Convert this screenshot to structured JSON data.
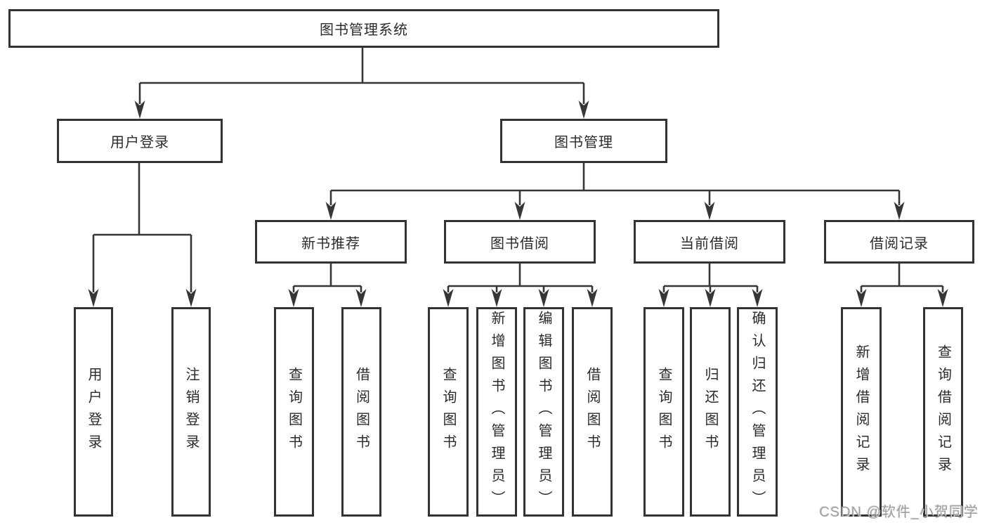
{
  "tree": {
    "root": {
      "label": "图书管理系统"
    },
    "branches": [
      {
        "label": "用户登录",
        "children": [
          {
            "label": "用户登录"
          },
          {
            "label": "注销登录"
          }
        ]
      },
      {
        "label": "图书管理",
        "children": [
          {
            "label": "新书推荐",
            "children": [
              {
                "label": "查询图书"
              },
              {
                "label": "借阅图书"
              }
            ]
          },
          {
            "label": "图书借阅",
            "children": [
              {
                "label": "查询图书"
              },
              {
                "label": "新增图书（管理员）"
              },
              {
                "label": "编辑图书（管理员）"
              },
              {
                "label": "借阅图书"
              }
            ]
          },
          {
            "label": "当前借阅",
            "children": [
              {
                "label": "查询图书"
              },
              {
                "label": "归还图书"
              },
              {
                "label": "确认归还（管理员）"
              }
            ]
          },
          {
            "label": "借阅记录",
            "children": [
              {
                "label": "新增借阅记录"
              },
              {
                "label": "查询借阅记录"
              }
            ]
          }
        ]
      }
    ]
  },
  "watermark": {
    "text": "CSDN @软件_小贺同学"
  },
  "colors": {
    "line": "#363636",
    "border": "#333333",
    "text": "#2b2b2b",
    "background": "#ffffff",
    "watermark": "#9a9a9a"
  }
}
